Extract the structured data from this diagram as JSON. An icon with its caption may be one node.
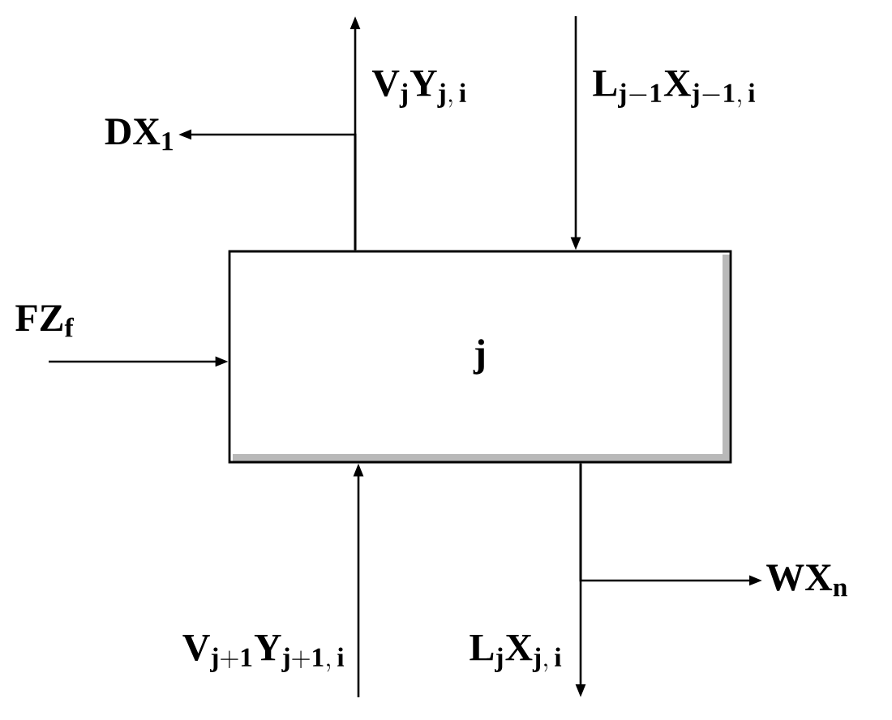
{
  "diagram": {
    "nodes": [
      {
        "text": [
          "j"
        ]
      },
      {
        "text": [
          "DX$_{1}$"
        ]
      },
      {
        "text": [
          "WX$_{n}$"
        ]
      }
    ],
    "edges": [
      {
        "from": 0,
        "to": null,
        "arrow": "to",
        "label": "\\mathbf{V_{j}Y_{j,\\,i}}"
      },
      {
        "from": 0,
        "to": 1,
        "arrow": "to"
      },
      {
        "from": null,
        "to": 0,
        "arrow": "to",
        "label": "\\mathbf{L_{j-1}X_{j-1,\\,i}}"
      },
      {
        "from": null,
        "to": 0,
        "arrow": "to",
        "label": "\\mathbf{FZ_{f}}"
      },
      {
        "from": null,
        "to": 0,
        "arrow": "to",
        "label": "\\mathbf{V_{j+1}Y_{j+1,\\,i}}"
      },
      {
        "from": 0,
        "to": null,
        "arrow": "to",
        "label": "\\mathbf{L_{j}X_{j,\\,i}}"
      },
      {
        "from": 0,
        "to": 2,
        "arrow": "to"
      }
    ]
  }
}
